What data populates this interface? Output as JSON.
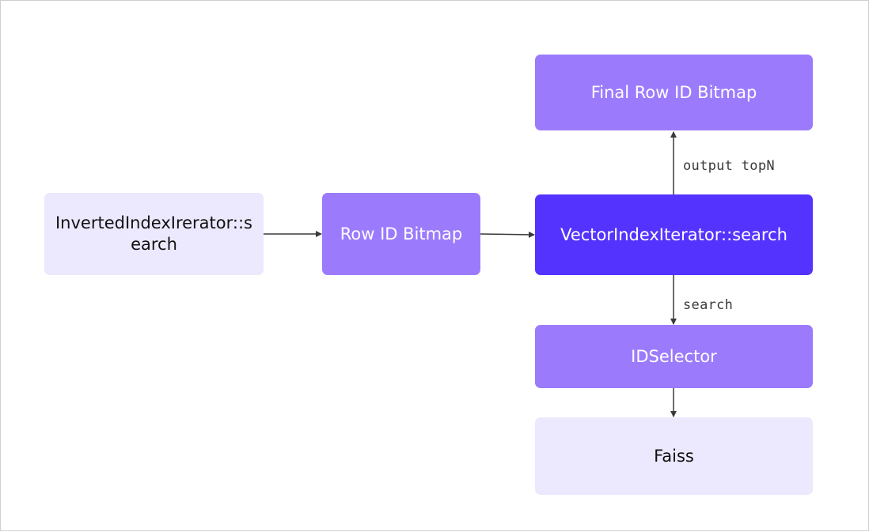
{
  "nodes": {
    "inverted_index": "InvertedIndexIrerator::s\nearch",
    "row_id_bitmap": "Row ID Bitmap",
    "vector_index": "VectorIndexIterator::search",
    "final_bitmap": "Final Row ID Bitmap",
    "id_selector": "IDSelector",
    "faiss": "Faiss"
  },
  "edge_labels": {
    "output": "output topN",
    "search": "search"
  },
  "colors": {
    "light": "#ece8fd",
    "mid": "#9b7bfc",
    "dark": "#5533ff",
    "arrow": "#3a3a3a"
  }
}
